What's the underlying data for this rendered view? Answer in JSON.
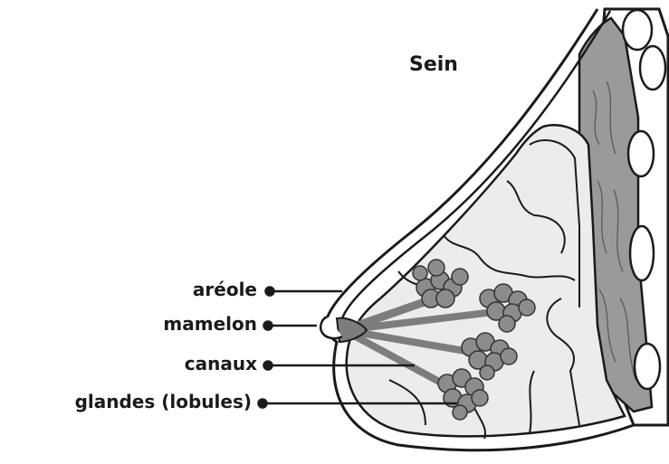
{
  "title": "Sein",
  "labels": {
    "areole": "aréole",
    "mamelon": "mamelon",
    "canaux": "canaux",
    "glandes": "glandes (lobules)"
  },
  "colors": {
    "outline": "#1a1a1a",
    "tissue": "#ececec",
    "muscle": "#9a9a9a",
    "lobule": "#8c8c8c",
    "duct": "#7d7d7d",
    "background": "#ffffff"
  }
}
